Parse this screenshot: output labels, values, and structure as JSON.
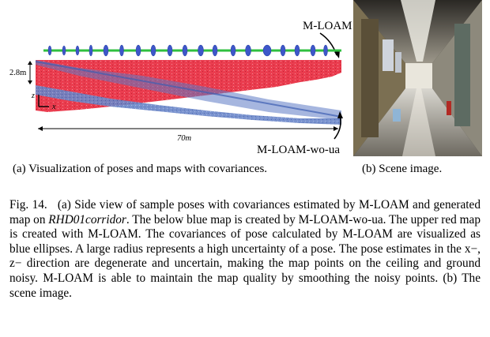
{
  "figure_a": {
    "label_top": "M-LOAM",
    "label_bottom": "M-LOAM-wo-ua",
    "height_label": "2.8m",
    "length_label": "70m",
    "axis_z": "z",
    "axis_x": "x"
  },
  "subcaption_a": "(a) Visualization of poses and maps with covariances.",
  "subcaption_b": "(b) Scene image.",
  "caption": {
    "label": "Fig. 14.",
    "part1": "(a) Side view of sample poses with covariances estimated by M-LOAM and generated map on ",
    "dataset": "RHD01corridor",
    "part2": ". The below blue map is created by M-LOAM-wo-ua. The upper red map is created with M-LOAM. The covariances of pose calculated by M-LOAM are visualized as blue ellipses. A large radius represents a high uncertainty of a pose. The pose estimates in the x−, z− direction are degenerate and uncertain, making the map points on the ceiling and ground noisy. M-LOAM is able to maintain the map quality by smoothing the noisy points. (b) The scene image."
  },
  "colors": {
    "red_map": "#e8283c",
    "blue_map": "#4a6fc0",
    "ellipse": "#3d57c9",
    "pose_line": "#2fbf3f"
  }
}
